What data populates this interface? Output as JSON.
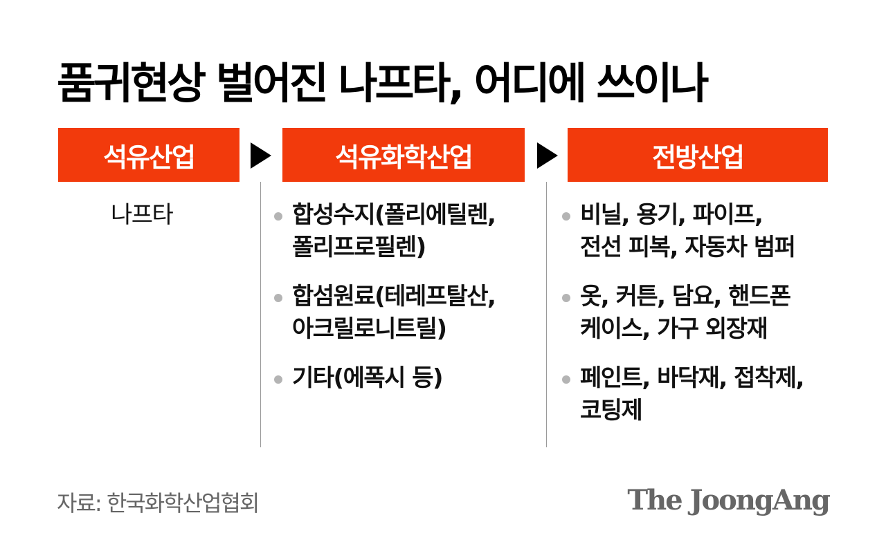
{
  "title": "품귀현상 벌어진 나프타, 어디에 쓰이나",
  "accent_color": "#f23a0c",
  "stages": [
    {
      "label": "석유산업",
      "items": [
        {
          "text": "나프타"
        }
      ]
    },
    {
      "label": "석유화학산업",
      "items": [
        {
          "line1": "합성수지(폴리에틸렌,",
          "line2": "폴리프로필렌)"
        },
        {
          "line1": "합섬원료(테레프탈산,",
          "line2": "아크릴로니트릴)"
        },
        {
          "line1": "기타(에폭시 등)",
          "line2": ""
        }
      ]
    },
    {
      "label": "전방산업",
      "items": [
        {
          "line1": "비닐, 용기, 파이프,",
          "line2": "전선 피복, 자동차 범퍼"
        },
        {
          "line1": "옷, 커튼, 담요, 핸드폰",
          "line2": "케이스, 가구 외장재"
        },
        {
          "line1": "페인트, 바닥재, 접착제,",
          "line2": "코팅제"
        }
      ]
    }
  ],
  "footer": {
    "source": "자료: 한국화학산업협회",
    "logo": "The JoongAng"
  }
}
